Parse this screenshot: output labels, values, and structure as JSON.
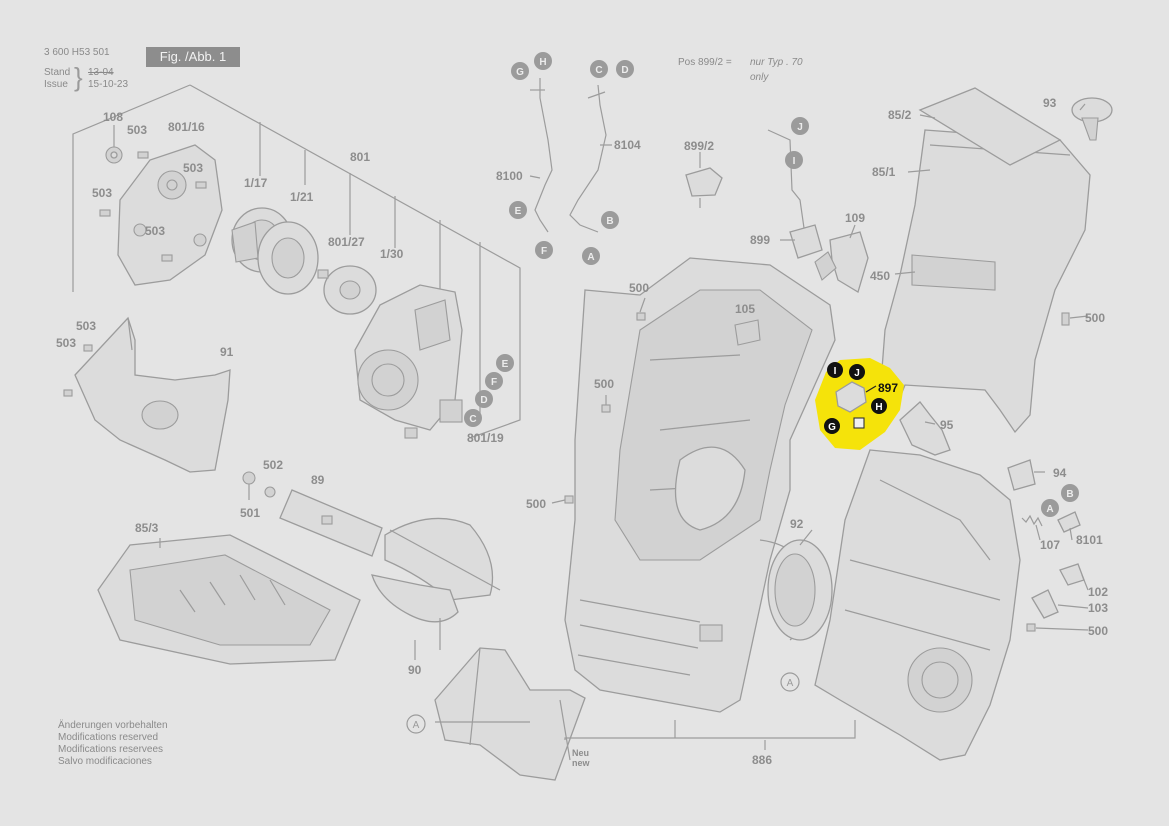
{
  "header": {
    "doc_number": "3 600 H53 501",
    "fig_label": "Fig. /Abb. 1",
    "stand_label": "Stand",
    "stand_value": "13-04",
    "issue_label": "Issue",
    "issue_value": "15-10-23"
  },
  "note": {
    "pos": "Pos 899/2 =",
    "text1": "nur Typ . 70",
    "text2": "only"
  },
  "disclaimer": [
    "Änderungen vorbehalten",
    "Modifications reserved",
    "Modifications reservees",
    "Salvo modificaciones"
  ],
  "parts": {
    "p108": "108",
    "p503a": "503",
    "p801_16": "801/16",
    "p801": "801",
    "p503b": "503",
    "p1_17": "1/17",
    "p1_21": "1/21",
    "p503c": "503",
    "p503d": "503",
    "p801_27": "801/27",
    "p1_30": "1/30",
    "p503e": "503",
    "p503f": "503",
    "p91": "91",
    "p801_19": "801/19",
    "p502": "502",
    "p501": "501",
    "p89": "89",
    "p85_3": "85/3",
    "p90": "90",
    "p8100": "8100",
    "p8104": "8104",
    "p899_2": "899/2",
    "p899": "899",
    "p109": "109",
    "p450": "450",
    "p85_2": "85/2",
    "p93": "93",
    "p85_1": "85/1",
    "p500a": "500",
    "p500b": "500",
    "p500c": "500",
    "p500d": "500",
    "p105": "105",
    "p897": "897",
    "p95": "95",
    "p94": "94",
    "p92": "92",
    "p107": "107",
    "p8101": "8101",
    "p102": "102",
    "p103": "103",
    "p500e": "500",
    "p886": "886",
    "neu": "Neu",
    "new": "new"
  },
  "markers": {
    "G": "G",
    "H": "H",
    "C": "C",
    "D": "D",
    "E": "E",
    "F": "F",
    "A": "A",
    "B": "B",
    "I": "I",
    "J": "J"
  },
  "highlight": {
    "part": "897",
    "color": "#f5e30a"
  }
}
